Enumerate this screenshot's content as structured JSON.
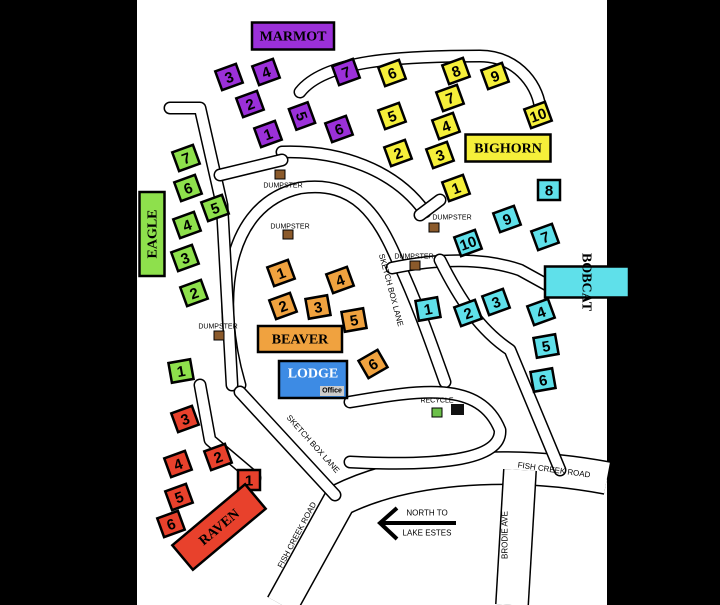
{
  "colors": {
    "marmot": "#9b30d9",
    "bighorn": "#f5ef3a",
    "bobcat": "#5fe0ea",
    "eagle": "#8ee04c",
    "beaver": "#f0a23f",
    "lodge": "#3d8be4",
    "raven": "#e8412c",
    "dumpster": "#8b5a2b",
    "recycle": "#6cc04a"
  },
  "areas": {
    "marmot": {
      "label": "MARMOT",
      "cabins": [
        "3",
        "4",
        "2",
        "1",
        "5",
        "6",
        "7"
      ]
    },
    "bighorn": {
      "label": "BIGHORN",
      "cabins": [
        "6",
        "8",
        "9",
        "10",
        "7",
        "5",
        "4",
        "2",
        "3",
        "1"
      ]
    },
    "bobcat": {
      "label": "BOBCAT",
      "cabins": [
        "8",
        "9",
        "7",
        "10",
        "1",
        "2",
        "3",
        "4",
        "5",
        "6"
      ]
    },
    "eagle": {
      "label": "EAGLE",
      "cabins": [
        "7",
        "6",
        "5",
        "4",
        "3",
        "2",
        "1"
      ]
    },
    "beaver": {
      "label": "BEAVER",
      "cabins": [
        "1",
        "4",
        "2",
        "3",
        "5",
        "6"
      ]
    },
    "raven": {
      "label": "RAVEN",
      "cabins": [
        "3",
        "2",
        "4",
        "1",
        "5",
        "6"
      ]
    }
  },
  "lodge": {
    "label": "LODGE",
    "sub": "Office"
  },
  "labels": {
    "dumpster": "DUMPSTER",
    "recycle": "RECYCLE",
    "sketch_box_lane": "SKETCH BOX LANE",
    "fish_creek_road": "FISH CREEK ROAD",
    "brodie_ave": "BRODIE AVE",
    "north_1": "NORTH TO",
    "north_2": "LAKE ESTES"
  }
}
